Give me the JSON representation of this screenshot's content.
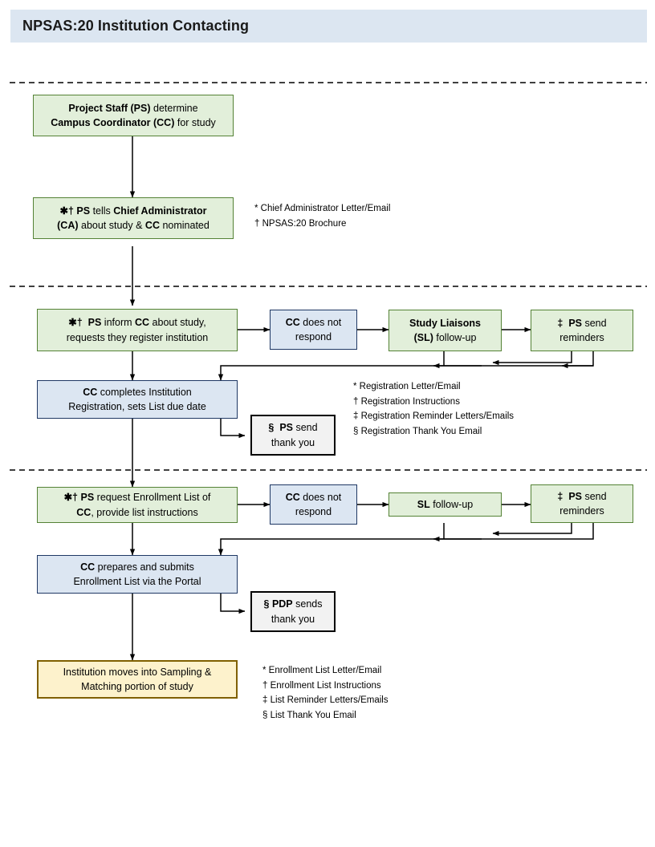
{
  "header": {
    "title": "NPSAS:20 Institution Contacting"
  },
  "colors": {
    "title_bar_bg": "#dce6f1",
    "green_fill": "#e2efda",
    "green_border": "#548235",
    "blue_fill": "#dce6f2",
    "blue_border": "#1f3864",
    "plain_fill": "#f2f2f2",
    "plain_border": "#000000",
    "yellow_fill": "#fdf2cc",
    "yellow_border": "#806000",
    "connector": "#000000"
  },
  "sections": {
    "section1": {
      "nodes": {
        "determine_cc": {
          "line1_bold": "Project Staff (PS)",
          "line1_rest": " determine",
          "line2_bold": "Campus Coordinator (CC)",
          "line2_rest": " for study"
        },
        "tell_ca": {
          "marker": "✱†",
          "line1_pre": " ",
          "line1_bold1": "PS",
          "line1_mid": " tells ",
          "line1_bold2": "Chief Administrator",
          "line2_bold1": "(CA)",
          "line2_mid": " about study & ",
          "line2_bold2": "CC",
          "line2_rest": " nominated"
        }
      },
      "legend": [
        "* Chief Administrator Letter/Email",
        "† NPSAS:20 Brochure"
      ]
    },
    "section2": {
      "nodes": {
        "ps_inform_cc": {
          "marker": "✱†",
          "line1_bold": "PS",
          "line1_mid": " inform  ",
          "line1_bold2": "CC",
          "line1_rest": " about study,",
          "line2": "requests they register institution"
        },
        "cc_no_respond": {
          "line1_bold": "CC",
          "line1_rest": " does not",
          "line2": "respond"
        },
        "sl_followup": {
          "line1_bold": "Study Liaisons",
          "line2_bold": "(SL)",
          "line2_rest": " follow-up"
        },
        "ps_reminders": {
          "marker": "‡",
          "line1_bold": "PS",
          "line1_rest": " send",
          "line2": "reminders"
        },
        "cc_completes": {
          "line1_bold": "CC",
          "line1_rest": " completes Institution",
          "line2": "Registration, sets List due date"
        },
        "ps_thank_you": {
          "marker": "§",
          "line1_bold": "PS",
          "line1_rest": " send",
          "line2": "thank you"
        }
      },
      "legend": [
        "* Registration Letter/Email",
        "† Registration Instructions",
        "‡ Registration Reminder Letters/Emails",
        "§ Registration Thank You Email"
      ]
    },
    "section3": {
      "nodes": {
        "ps_request_list": {
          "marker": "✱†",
          "line1_bold": "PS",
          "line1_mid": " request  Enrollment  List of",
          "line2_bold": "CC",
          "line2_rest": ", provide list instructions"
        },
        "cc_no_respond": {
          "line1_bold": "CC",
          "line1_rest": " does not",
          "line2": "respond"
        },
        "sl_followup": {
          "line1_bold": "SL",
          "line1_rest": " follow-up"
        },
        "ps_reminders": {
          "marker": "‡",
          "line1_bold": "PS",
          "line1_rest": " send",
          "line2": "reminders"
        },
        "cc_prepares": {
          "line1_bold": "CC",
          "line1_rest": " prepares and submits",
          "line2": "Enrollment List via the Portal"
        },
        "pdp_thank_you": {
          "marker": "§",
          "line1_bold": "PDP",
          "line1_rest": " sends",
          "line2": "thank you"
        },
        "institution_sampling": {
          "line1": "Institution moves into Sampling &",
          "line2": "Matching portion of study"
        }
      },
      "legend": [
        "* Enrollment List Letter/Email",
        "† Enrollment List Instructions",
        "‡ List Reminder Letters/Emails",
        "§ List Thank You Email"
      ]
    }
  }
}
